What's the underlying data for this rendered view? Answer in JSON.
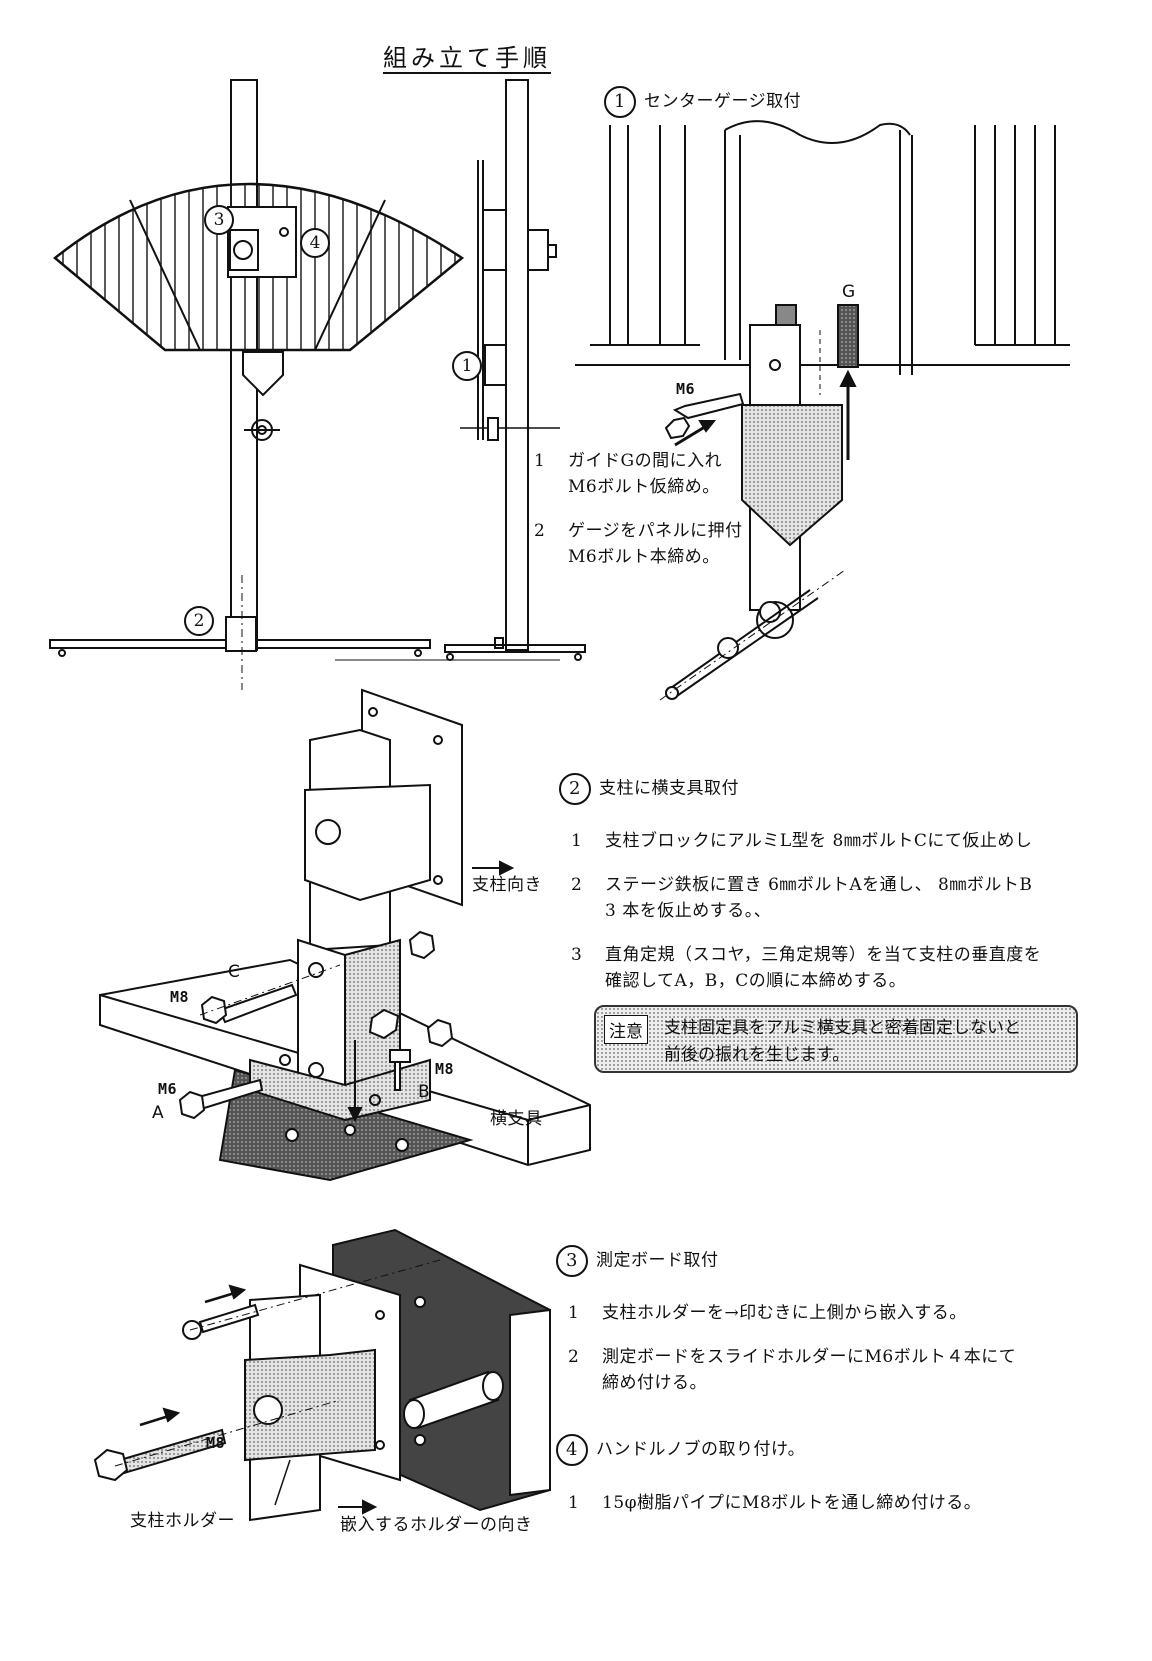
{
  "title": "組み立て手順",
  "sections": [
    {
      "marker": "1",
      "heading": "センターゲージ取付",
      "steps": [
        {
          "n": "1",
          "lines": [
            "ガイドGの間に入れ",
            "M6ボルト仮締め。"
          ]
        },
        {
          "n": "2",
          "lines": [
            "ゲージをパネルに押付",
            "M6ボルト本締め。"
          ]
        }
      ]
    },
    {
      "marker": "2",
      "heading": "支柱に横支具取付",
      "steps": [
        {
          "n": "1",
          "lines": [
            "支柱ブロックにアルミL型を 8㎜ボルトCにて仮止めし"
          ]
        },
        {
          "n": "2",
          "lines": [
            "ステージ鉄板に置き 6㎜ボルトAを通し、 8㎜ボルトB",
            "3 本を仮止めする。、"
          ]
        },
        {
          "n": "3",
          "lines": [
            "直角定規（スコヤ，三角定規等）を当て支柱の垂直度を",
            "確認してA，B，Cの順に本締めする。"
          ]
        }
      ],
      "note": {
        "tag": "注意",
        "lines": [
          "支柱固定具をアルミ横支具と密着固定しないと",
          "前後の振れを生じます。"
        ]
      }
    },
    {
      "marker": "3",
      "heading": "測定ボード取付",
      "steps": [
        {
          "n": "1",
          "lines": [
            "支柱ホルダーを→印むきに上側から嵌入する。"
          ]
        },
        {
          "n": "2",
          "lines": [
            "測定ボードをスライドホルダーにM6ボルト４本にて",
            "締め付ける。"
          ]
        }
      ]
    },
    {
      "marker": "4",
      "heading": "ハンドルノブの取り付け。",
      "steps": [
        {
          "n": "1",
          "lines": [
            "15φ樹脂パイプにM8ボルトを通し締め付ける。"
          ]
        }
      ]
    }
  ],
  "figure_labels": {
    "fig1_markers": [
      "3",
      "4",
      "1",
      "2"
    ],
    "guide": "G",
    "m6": "M6",
    "c": "C",
    "m8_c": "M8",
    "m8_b": "M8",
    "b": "B",
    "m6_a": "M6",
    "a": "A",
    "post_direction": "支柱向き",
    "cross_support": "横支具",
    "m8_fig3": "M8",
    "post_holder": "支柱ホルダー",
    "holder_direction": "嵌入するホルダーの向き"
  }
}
